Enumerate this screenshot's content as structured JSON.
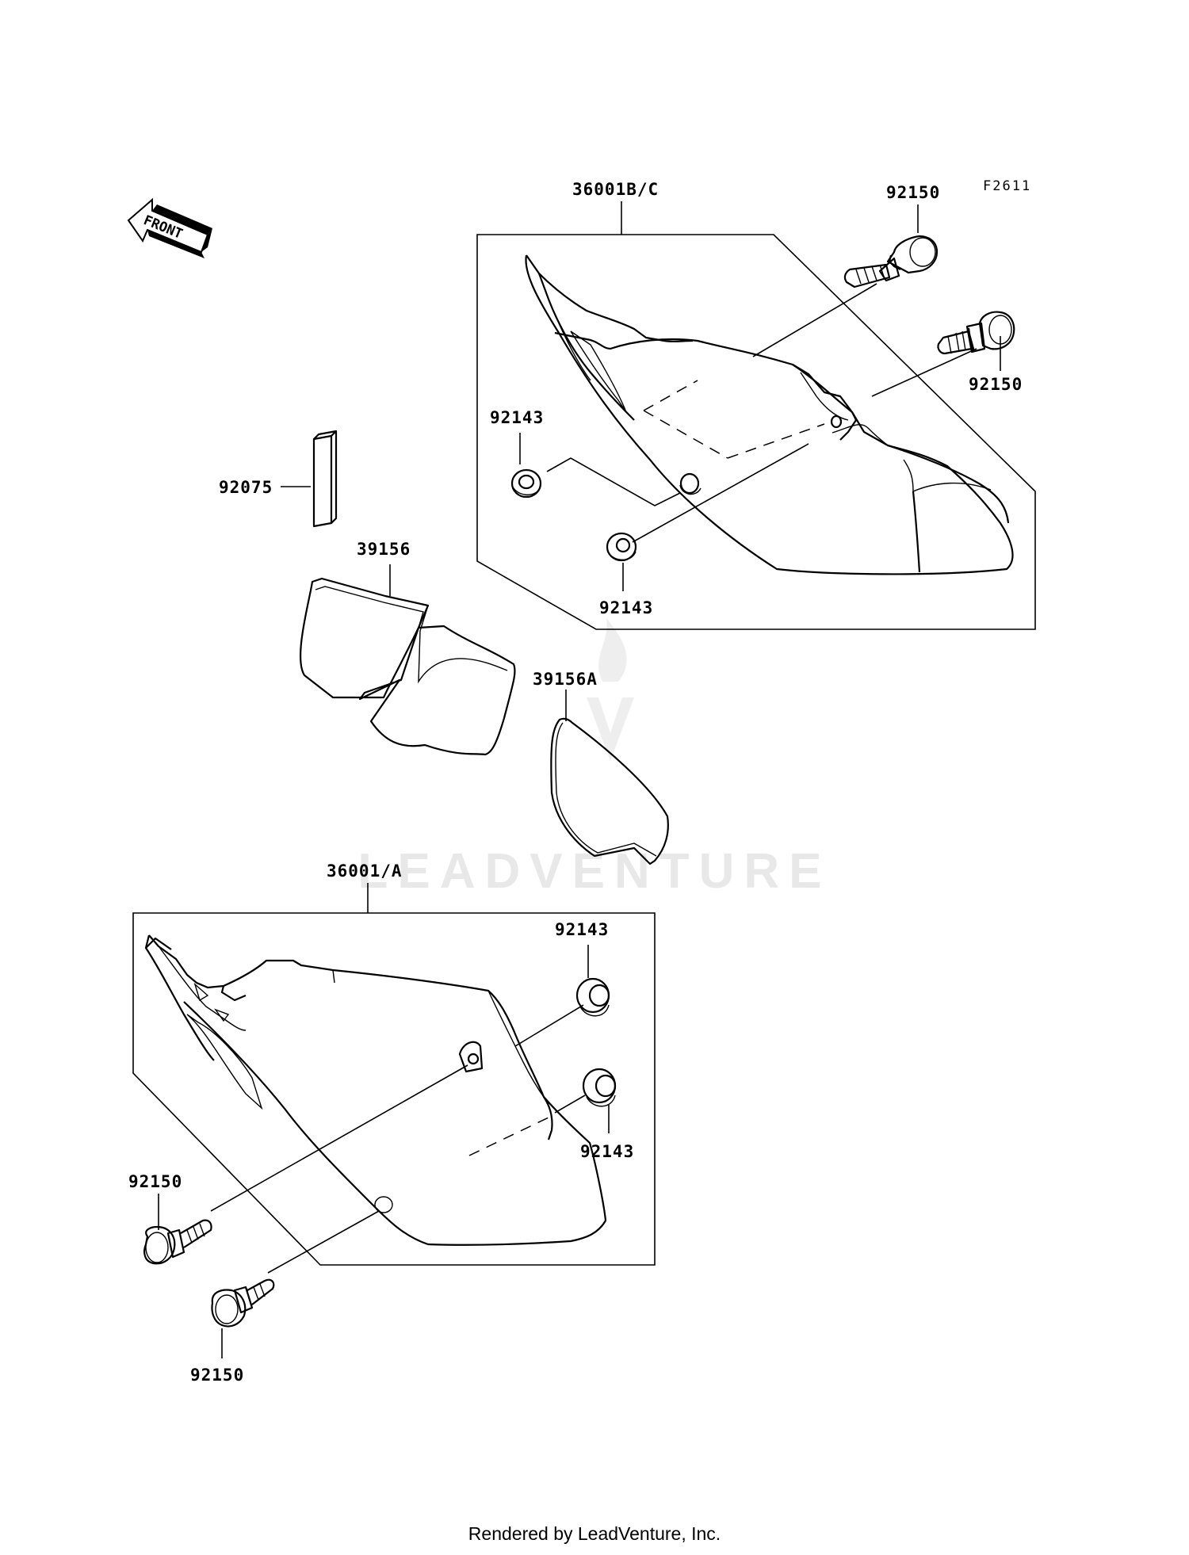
{
  "figure_code": "F2611",
  "front_label": "FRONT",
  "watermark": "LEADVENTURE",
  "footer": "Rendered by LeadVenture, Inc.",
  "callouts": {
    "upper_cover": "36001B/C",
    "upper_bolt_top": "92150",
    "upper_bolt_right": "92150",
    "upper_grommet_left": "92143",
    "upper_grommet_bottom": "92143",
    "strip": "92075",
    "decal_left": "39156",
    "decal_right": "39156A",
    "lower_cover": "36001/A",
    "lower_grommet_top": "92143",
    "lower_grommet_bottom": "92143",
    "lower_bolt_top": "92150",
    "lower_bolt_bottom": "92150"
  }
}
